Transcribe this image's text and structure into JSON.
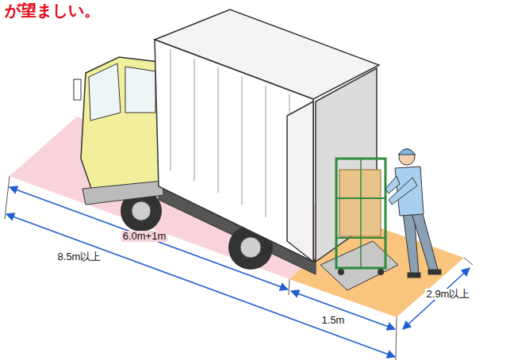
{
  "diagram": {
    "labels": [
      "が望ましい。",
      "6.0m+1m",
      "8.5m以上",
      "1.5m",
      "2.9m以上"
    ]
  }
}
